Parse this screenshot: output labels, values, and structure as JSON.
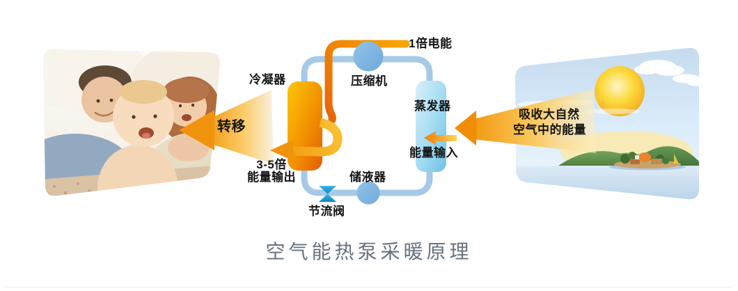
{
  "title": "空气能热泵采暖原理",
  "cycle": {
    "electric_input": "1倍电能",
    "compressor": "压缩机",
    "condenser": "冷凝器",
    "evaporator": "蒸发器",
    "energy_input": "能量输入",
    "receiver": "储液器",
    "throttle_valve": "节流阀"
  },
  "output_side": {
    "transfer": "转移",
    "multiplier_line1": "3-5倍",
    "multiplier_line2": "能量输出"
  },
  "input_side": {
    "absorb_line1": "吸收大自然",
    "absorb_line2": "空气中的能量"
  },
  "colors": {
    "loop_pipe_blue": "#a6c9e7",
    "component_blue": "#7db4e0",
    "valve_blue": "#1d9ad4",
    "electric_pipe_orange": "#ed6c05",
    "condenser_orange": "#f29100",
    "evaporator_blue": "#9ed8f0",
    "beam_orange": "#f29d12",
    "title_gray": "#66727f",
    "label_black": "#141414"
  }
}
